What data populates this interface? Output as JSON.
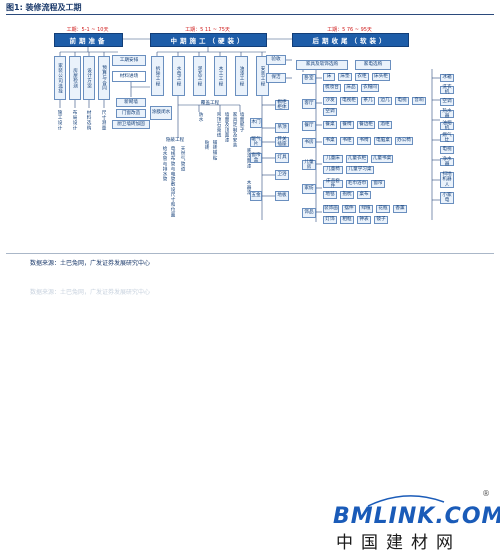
{
  "figure_title": "图1: 装修流程及工期",
  "phases": [
    {
      "days": "工期：5-1 ~ 10天",
      "title": "前期准备"
    },
    {
      "days": "工期：5 11 ~ 75天",
      "title": "中期施工（硬装）"
    },
    {
      "days": "工期：5 76 ~ 95天",
      "title": "后期收尾（软装）"
    }
  ],
  "pre_top": [
    "家装公司选择",
    "房屋检测",
    "设计方案",
    "预算与合同"
  ],
  "pre_sub": [
    "施工设计",
    "布局设计",
    "材料选购",
    "尺寸测量"
  ],
  "mid": {
    "start_label": "工期安排",
    "material": "材料进场",
    "group1": [
      "拆除工程",
      "水电工程",
      "泥瓦工程",
      "木工工程",
      "油漆工程",
      "安装工程"
    ],
    "sub_left": [
      "新砌墙",
      "门窗改造",
      "厨卫墙砖加固"
    ],
    "waterproof": "涂膜闭水",
    "hidden": "隐蔽工程",
    "hidden_items": [
      "电线布管与电管敷设尺寸和位置",
      "给水管与排水管",
      "天然气管道"
    ],
    "coating": "覆盖工程",
    "coating_items": [
      "防水",
      "贴砖",
      "铺砖铺贴"
    ],
    "wood_items": [
      "吊顶石膏线",
      "墙面及顶面漆",
      "家具定制及安装"
    ],
    "paint_items": [
      "墙面腻子",
      "底漆面漆",
      "木器漆"
    ],
    "install_items": [
      "橱柜柜体",
      "吊顶",
      "开关插座",
      "灯具",
      "卫浴",
      "地板",
      "木门",
      "暖气片",
      "窗帘盒",
      "五金"
    ],
    "install_col2": [
      "踢脚线",
      "墙纸",
      "台面",
      "门套",
      "玻璃",
      "窗台板",
      "美缝",
      "晾衣架"
    ]
  },
  "post": {
    "check": "验收",
    "clean": "保洁",
    "header_left": "家具及软饰选购",
    "header_right": "家电选购",
    "rooms": [
      "卧室",
      "客厅",
      "餐厅",
      "书房",
      "儿童房",
      "家纺",
      "饰品"
    ],
    "room_items": [
      [
        "床",
        "床垫",
        "衣柜",
        "床头柜",
        "梳妆台",
        "床品",
        "衣帽间"
      ],
      [
        "沙发",
        "电视柜",
        "茶几",
        "边几",
        "电视",
        "音响",
        "空调"
      ],
      [
        "餐桌",
        "餐椅",
        "餐边柜",
        "酒柜"
      ],
      [
        "书桌",
        "书柜",
        "书椅",
        "电脑桌",
        "办公椅"
      ],
      [
        "儿童床",
        "儿童衣柜",
        "儿童书桌",
        "儿童椅",
        "儿童学习桌"
      ],
      [
        "床品套件",
        "毛巾浴巾",
        "窗帘",
        "地毯",
        "抱枕",
        "桌布"
      ],
      [
        "装饰画",
        "摆件",
        "绿植",
        "花瓶",
        "香薰",
        "灯饰",
        "相框",
        "钟表",
        "镜子"
      ]
    ],
    "appliances": [
      "冰箱",
      "洗衣机",
      "空调",
      "热水器",
      "油烟机",
      "燃气灶",
      "电视",
      "净水器",
      "扫地机器人",
      "小家电"
    ]
  },
  "source": "数据来源：土巴兔网，广发证券发展研究中心",
  "ghost_source": "数据来源：土巴兔网，广发证券发展研究中心",
  "watermark": {
    "brand": "BMLINK.COM",
    "registered": "®",
    "chinese": "中国建材网"
  }
}
